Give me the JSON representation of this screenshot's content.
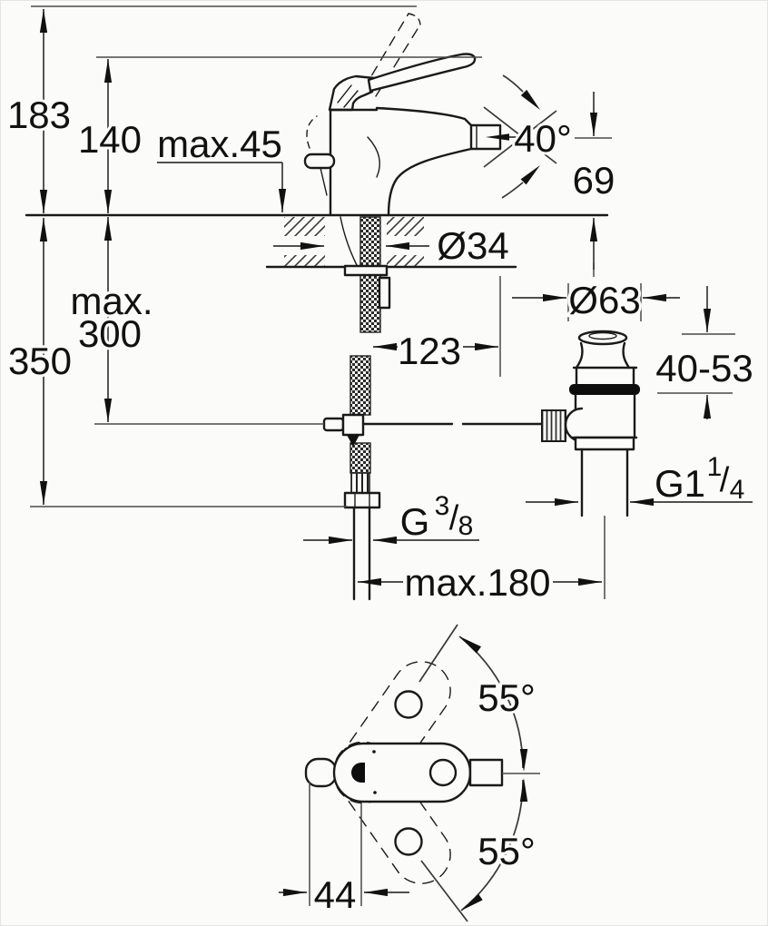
{
  "drawing": {
    "title": "faucet-installation-dimension-drawing",
    "colors": {
      "background": "#fbfbf9",
      "object_line": "#1a1a1a",
      "dimension_line": "#383838",
      "text": "#111111",
      "oring_fill": "#0d0d0d"
    },
    "labels": {
      "height_overall": "183",
      "height_to_lever": "140",
      "max_deck_thickness": "max.45",
      "spout_angle": "40°",
      "spout_height": "69",
      "hole_diameter": "Ø34",
      "max_depth_line1": "max.",
      "max_depth_line2": "300",
      "supply_height": "350",
      "spout_reach": "123",
      "waste_flange_diameter": "Ø63",
      "clamping_range": "40-53",
      "waste_thread": {
        "base": "G1",
        "numerator": "1",
        "slash": "/",
        "denominator": "4"
      },
      "supply_thread": {
        "base": "G",
        "numerator": "3",
        "slash": "/",
        "denominator": "8"
      },
      "max_reach": "max.180",
      "swivel_angle_upper": "55°",
      "swivel_angle_lower": "55°",
      "hole_offset": "44"
    }
  }
}
